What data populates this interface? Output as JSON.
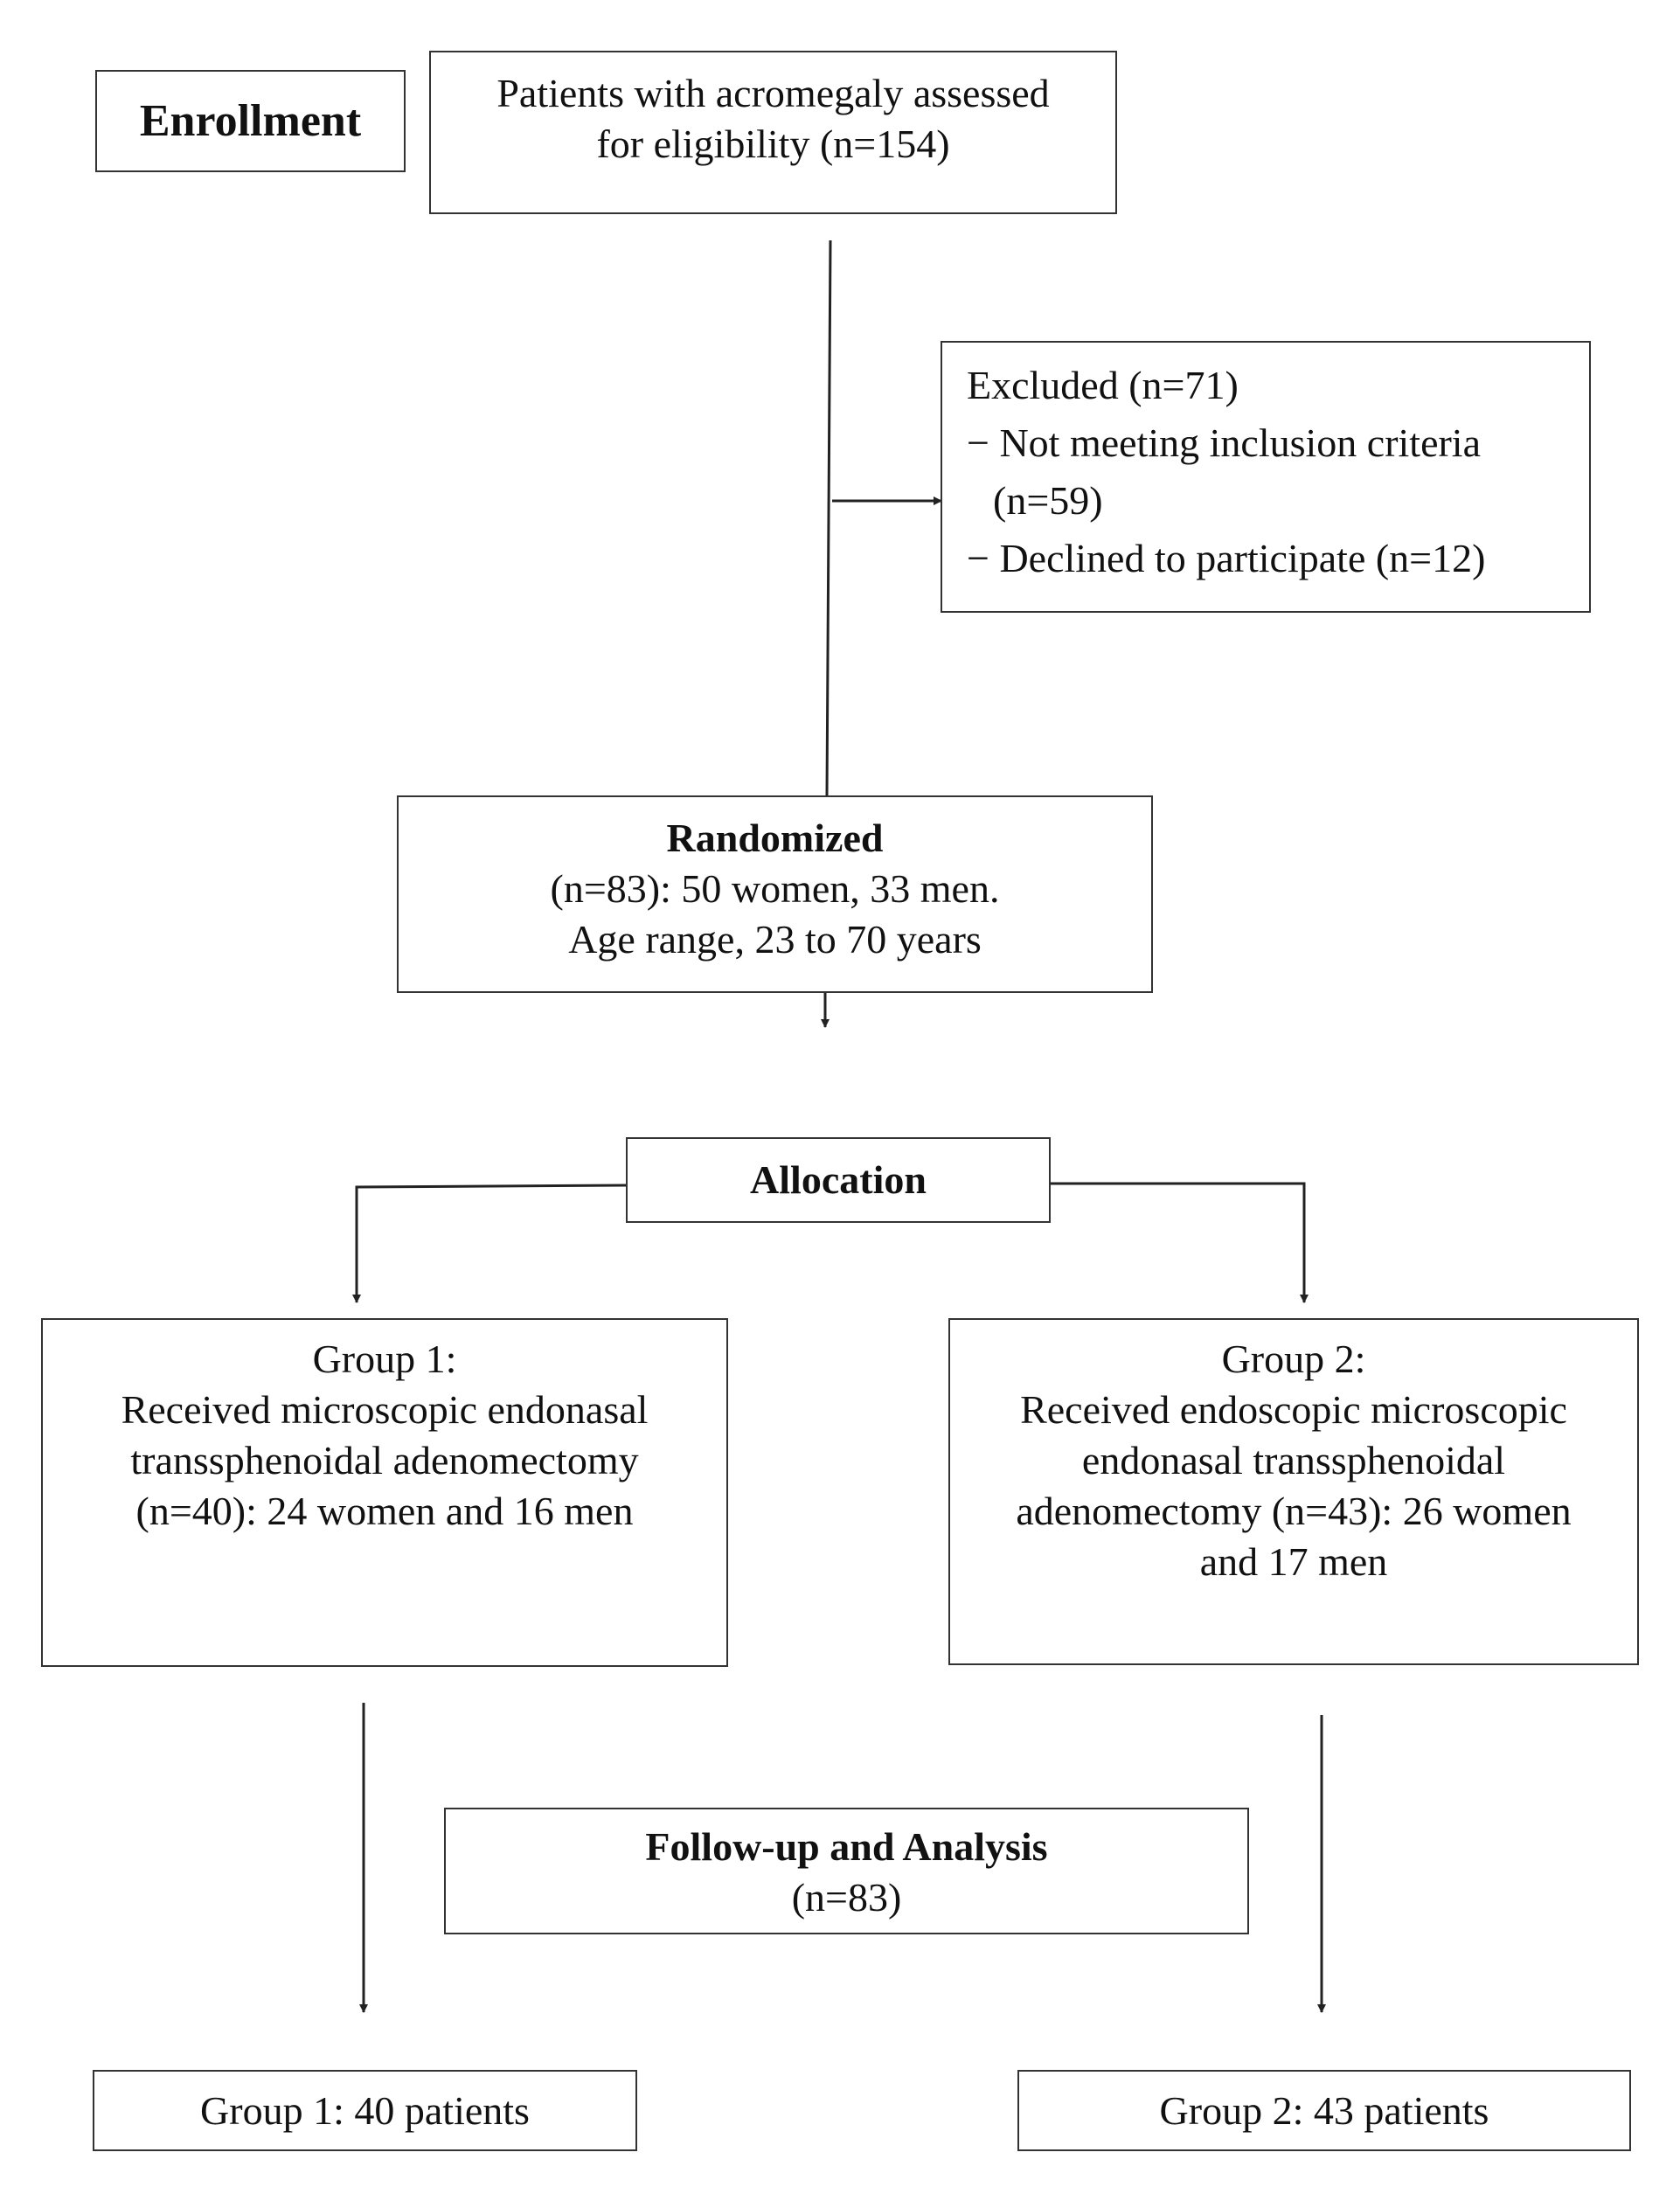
{
  "enrollment": {
    "label": "Enrollment"
  },
  "assessed": {
    "line1": "Patients with acromegaly assessed",
    "line2": "for eligibility (n=154)"
  },
  "excluded": {
    "title": "Excluded (n=71)",
    "item1_line1": "− Not meeting inclusion criteria",
    "item1_line2": "(n=59)",
    "item2": "− Declined to participate (n=12)"
  },
  "randomized": {
    "title": "Randomized",
    "line1": "(n=83): 50 women, 33 men.",
    "line2": "Age range, 23 to 70 years"
  },
  "allocation": {
    "label": "Allocation"
  },
  "group1": {
    "title": "Group 1:",
    "line1": "Received microscopic endonasal",
    "line2": "transsphenoidal adenomectomy",
    "line3": "(n=40): 24 women and 16 men"
  },
  "group2": {
    "title": "Group 2:",
    "line1": "Received endoscopic microscopic",
    "line2": "endonasal transsphenoidal",
    "line3": "adenomectomy (n=43): 26 women",
    "line4": "and 17 men"
  },
  "followup": {
    "title": "Follow-up and Analysis",
    "line1": "(n=83)"
  },
  "result1": {
    "label": "Group 1: 40 patients"
  },
  "result2": {
    "label": "Group 2: 43 patients"
  },
  "colors": {
    "stroke": "#333333",
    "text": "#111111",
    "background": "#ffffff"
  }
}
